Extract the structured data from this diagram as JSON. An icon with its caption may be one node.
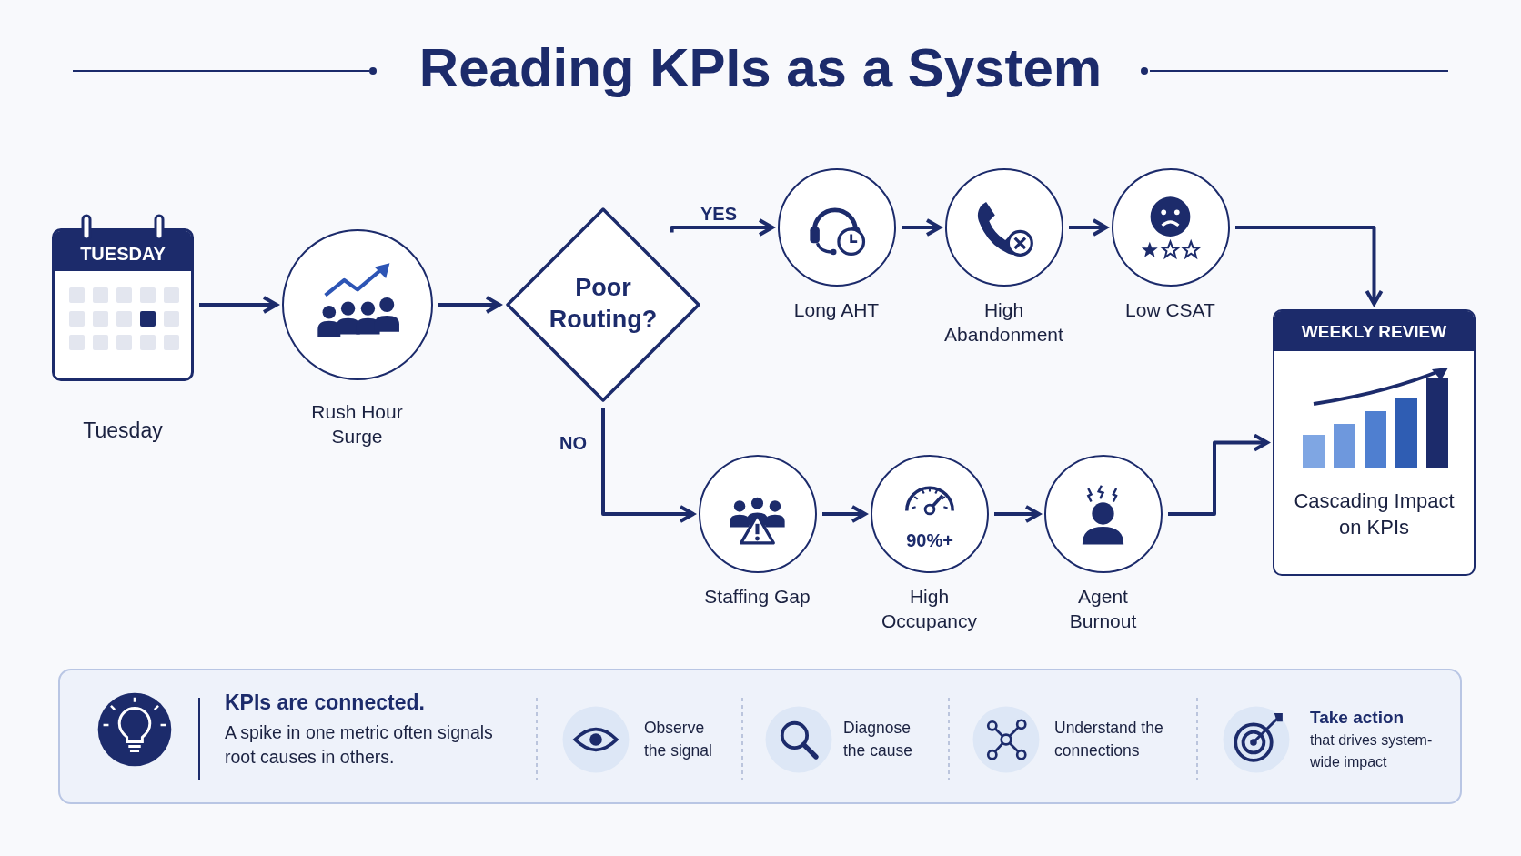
{
  "diagram": {
    "title": "Reading KPIs as a System",
    "nodes": [
      {
        "text": [
          "TUESDAY",
          "Tuesday"
        ]
      },
      {
        "text": [
          "Rush Hour Surge"
        ]
      },
      {
        "text": [
          "Poor Routing?"
        ]
      },
      {
        "text": [
          "Long AHT"
        ]
      },
      {
        "text": [
          "High Abandonment"
        ]
      },
      {
        "text": [
          "Low CSAT"
        ]
      },
      {
        "text": [
          "Staffing Gap"
        ]
      },
      {
        "text": [
          "90%+",
          "High Occupancy"
        ]
      },
      {
        "text": [
          "Agent Burnout"
        ]
      },
      {
        "text": [
          "WEEKLY REVIEW",
          "Cascading Impact on KPIs"
        ]
      },
      {
        "text": [
          "KPIs are connected.",
          "A spike in one metric often signals root causes in others."
        ]
      }
    ],
    "edges": [
      {
        "from": 0,
        "to": 1,
        "arrow": "to"
      },
      {
        "from": 1,
        "to": 2,
        "arrow": "to"
      },
      {
        "from": 2,
        "to": 3,
        "arrow": "to",
        "label": "YES"
      },
      {
        "from": 3,
        "to": 4,
        "arrow": "to"
      },
      {
        "from": 4,
        "to": 5,
        "arrow": "to"
      },
      {
        "from": 5,
        "to": 9,
        "arrow": "to"
      },
      {
        "from": 2,
        "to": 6,
        "arrow": "to",
        "label": "NO"
      },
      {
        "from": 6,
        "to": 7,
        "arrow": "to"
      },
      {
        "from": 7,
        "to": 8,
        "arrow": "to"
      },
      {
        "from": 8,
        "to": 9,
        "arrow": "to"
      }
    ],
    "labels": [
      "Observe the signal",
      "Diagnose the cause",
      "Understand the connections",
      "Take action",
      "that drives system-wide impact"
    ]
  }
}
